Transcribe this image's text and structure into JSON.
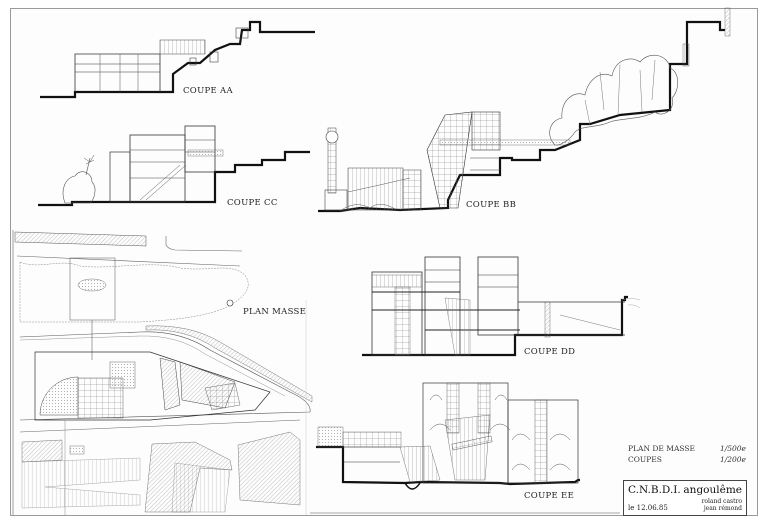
{
  "sheet": {
    "project": "C.N.B.D.I.",
    "city": "angoulême",
    "date_prefix": "le",
    "date": "12.06.85",
    "authors": [
      "roland castro",
      "jean rémond"
    ]
  },
  "scales": [
    {
      "label": "PLAN DE MASSE",
      "value": "1/500e"
    },
    {
      "label": "COUPES",
      "value": "1/200e"
    }
  ],
  "drawings": {
    "coupe_aa": {
      "label": "COUPE AA"
    },
    "coupe_bb": {
      "label": "COUPE BB"
    },
    "coupe_cc": {
      "label": "COUPE CC"
    },
    "coupe_dd": {
      "label": "COUPE DD"
    },
    "coupe_ee": {
      "label": "COUPE EE"
    },
    "plan_masse": {
      "label": "PLAN MASSE"
    }
  },
  "colors": {
    "ink": "#111111",
    "fine_line": "#555555",
    "hatch": "#888888",
    "paper": "#fdfdfd",
    "border": "#9a9a9a"
  }
}
